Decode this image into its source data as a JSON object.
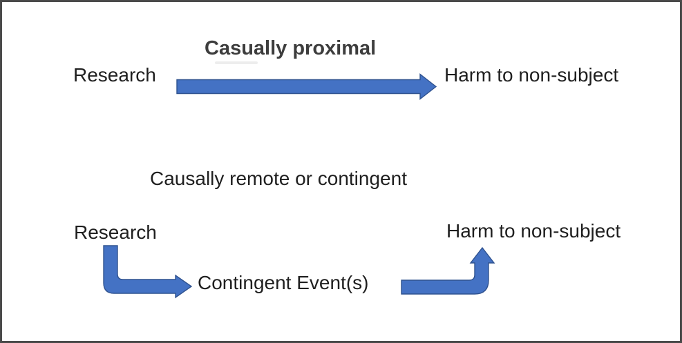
{
  "frame": {
    "border_color": "#4a4a4a",
    "background_color": "#ffffff"
  },
  "colors": {
    "arrow_fill": "#4472C4",
    "arrow_stroke": "#2F528F",
    "label_text": "#1f1f1f",
    "title_text": "#3d3d3d"
  },
  "top_section": {
    "title": "Casually proximal",
    "source_label": "Research",
    "target_label": "Harm to non-subject"
  },
  "bottom_section": {
    "title": "Causally remote or contingent",
    "source_label": "Research",
    "intermediate_label": "Contingent Event(s)",
    "target_label": "Harm to non-subject"
  }
}
